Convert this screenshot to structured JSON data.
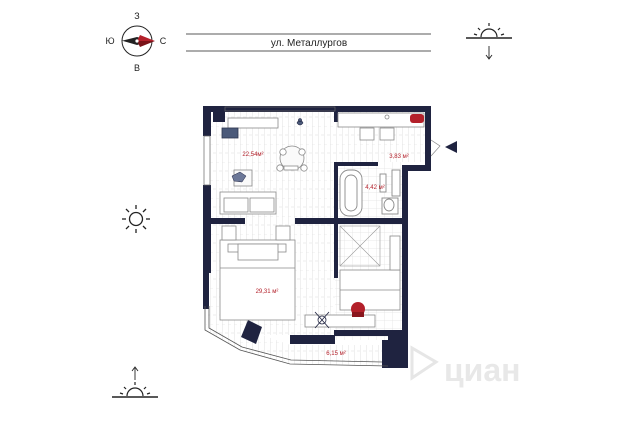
{
  "compass": {
    "north": "З",
    "south": "В",
    "west": "Ю",
    "east": "С"
  },
  "street": {
    "name": "ул. Металлургов"
  },
  "rooms": [
    {
      "id": "living",
      "area": "22,54м²"
    },
    {
      "id": "kitchen",
      "area": "3,83 м²"
    },
    {
      "id": "bathroom",
      "area": "4,42 м²"
    },
    {
      "id": "bedroom",
      "area": "29,31 м²"
    },
    {
      "id": "balcony",
      "area": "6,15 м²"
    }
  ],
  "watermark": {
    "text": "циан"
  },
  "colors": {
    "wall": "#1f2340",
    "accent_red": "#b3202a",
    "floor_line": "#c9c9c9",
    "furniture": "#8a8a8a"
  },
  "icons": [
    "sun-icon",
    "sunrise-icon",
    "sunset-icon",
    "compass-icon",
    "door-arrow-icon"
  ]
}
